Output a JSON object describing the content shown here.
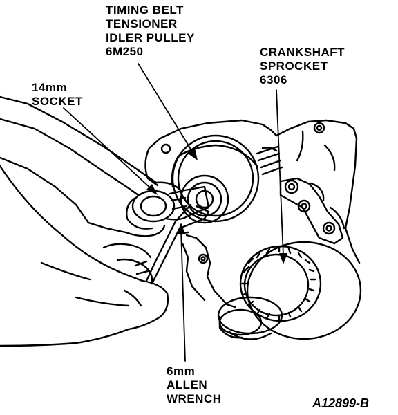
{
  "labels": {
    "tensioner": [
      "TIMING BELT",
      "TENSIONER",
      "IDLER PULLEY",
      "6M250"
    ],
    "crankshaft": [
      "CRANKSHAFT",
      "SPROCKET",
      "6306"
    ],
    "socket": [
      "14mm",
      "SOCKET"
    ],
    "allen": [
      "6mm",
      "ALLEN",
      "WRENCH"
    ]
  },
  "figure_id": "A12899-B"
}
